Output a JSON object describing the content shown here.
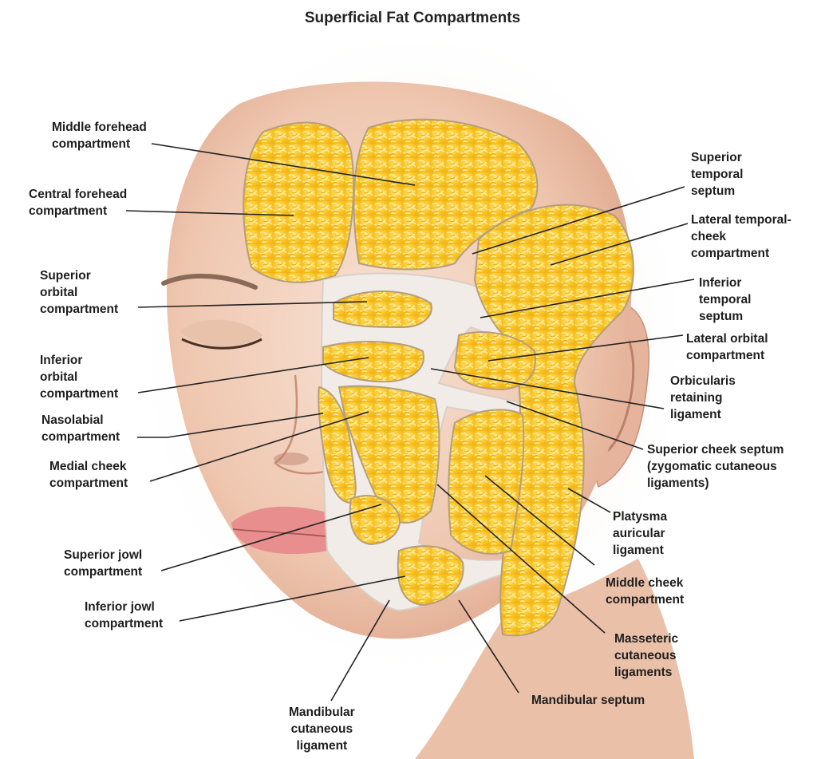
{
  "title": "Superficial Fat Compartments",
  "colors": {
    "fat": "#f8c21c",
    "fat_light": "#fbe371",
    "fat_edge": "#b49f7e",
    "septum": "#f3eeea",
    "skin": "#f0cdb8",
    "skin_shadow": "#d9a389",
    "lip": "#e58b8b",
    "leader": "#222222"
  },
  "labels": {
    "middle_forehead": "Middle forehead\ncompartment",
    "central_forehead": "Central forehead\ncompartment",
    "superior_orbital": "Superior\norbital\ncompartment",
    "inferior_orbital": "Inferior\norbital\ncompartment",
    "nasolabial": "Nasolabial\ncompartment",
    "medial_cheek": "Medial cheek\ncompartment",
    "superior_jowl": "Superior jowl\ncompartment",
    "inferior_jowl": "Inferior jowl\ncompartment",
    "mandibular_cutaneous": "Mandibular\ncutaneous\nligament",
    "mandibular_septum": "Mandibular septum",
    "masseteric": "Masseteric\ncutaneous\nligaments",
    "middle_cheek": "Middle cheek\ncompartment",
    "platysma": "Platysma\nauricular\nligament",
    "superior_cheek_septum": "Superior cheek septum\n(zygomatic cutaneous\nligaments)",
    "orbicularis": "Orbicularis\nretaining\nligament",
    "lateral_orbital": "Lateral orbital\ncompartment",
    "inferior_temporal": "Inferior\ntemporal\nseptum",
    "lateral_temporal": "Lateral temporal-\ncheek\ncompartment",
    "superior_temporal": "Superior\ntemporal\nseptum"
  }
}
